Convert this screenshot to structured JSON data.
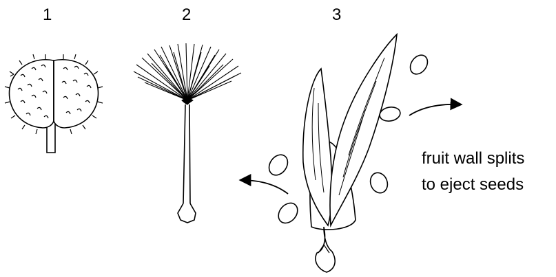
{
  "figure": {
    "panels": [
      {
        "number": "1",
        "icon": "hooked-fruit-icon"
      },
      {
        "number": "2",
        "icon": "parachute-fruit-icon"
      },
      {
        "number": "3",
        "icon": "exploding-pod-icon"
      }
    ],
    "caption": {
      "line1": "fruit wall splits",
      "line2": "to eject seeds"
    },
    "colors": {
      "ink": "#000000",
      "paper": "#ffffff"
    }
  }
}
